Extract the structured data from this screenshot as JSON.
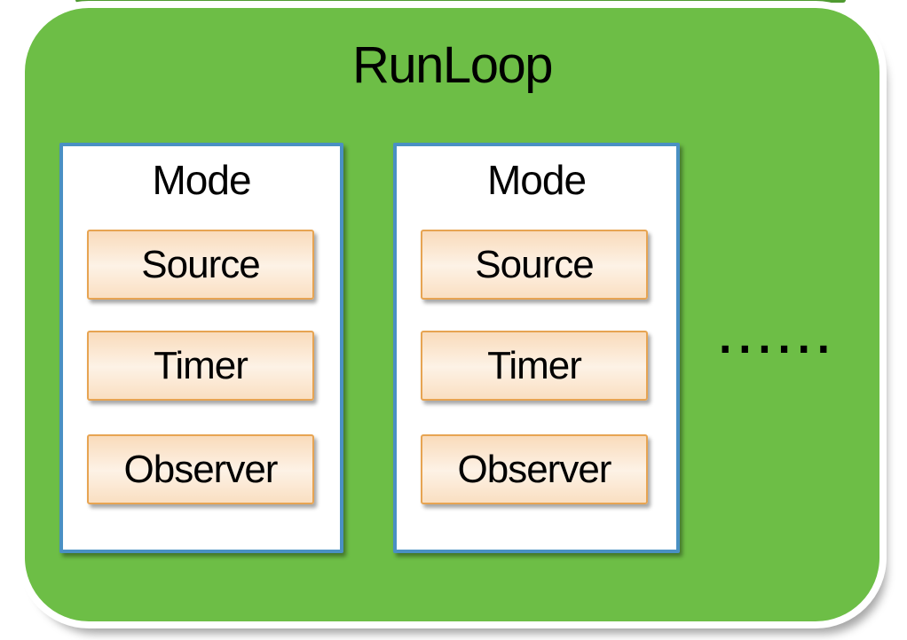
{
  "diagram": {
    "title": "RunLoop",
    "modes": [
      {
        "label": "Mode",
        "items": [
          "Source",
          "Timer",
          "Observer"
        ]
      },
      {
        "label": "Mode",
        "items": [
          "Source",
          "Timer",
          "Observer"
        ]
      }
    ],
    "ellipsis": "......",
    "colors": {
      "green": "#6dbe46",
      "green_dark": "#4f9a31",
      "blue_border": "#4a90c3",
      "orange_border": "#e7a452",
      "peach_top": "#f9dbbb",
      "peach_mid": "#fdf2e6",
      "peach_bottom": "#fadfc2",
      "text": "#000000"
    }
  }
}
